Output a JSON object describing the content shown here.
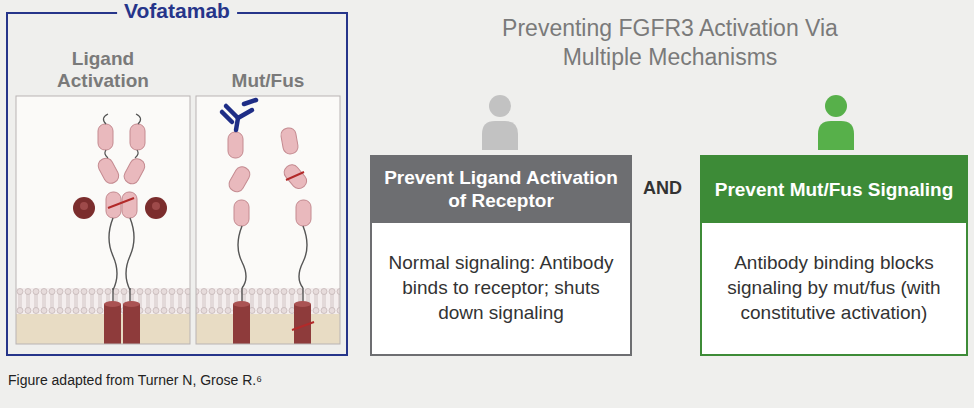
{
  "diagram": {
    "title": "Preventing FGFR3 Activation Via Multiple Mechanisms",
    "caption": "Figure adapted from Turner N, Grose R.⁶",
    "nodes": [
      {
        "text": [
          "Vofatamab"
        ]
      },
      {
        "text": [
          "Ligand Activation"
        ],
        "in": 0
      },
      {
        "text": [
          "Mut/Fus"
        ],
        "in": 0
      },
      {
        "text": [
          "Prevent Ligand Activation of Receptor",
          "Normal signaling: Antibody binds to receptor; shuts down signaling"
        ]
      },
      {
        "text": [
          "Prevent Mut/Fus Signaling",
          "Antibody binding blocks signaling by mut/fus (with constitutive activation)"
        ]
      }
    ],
    "labels": [
      "AND"
    ]
  }
}
